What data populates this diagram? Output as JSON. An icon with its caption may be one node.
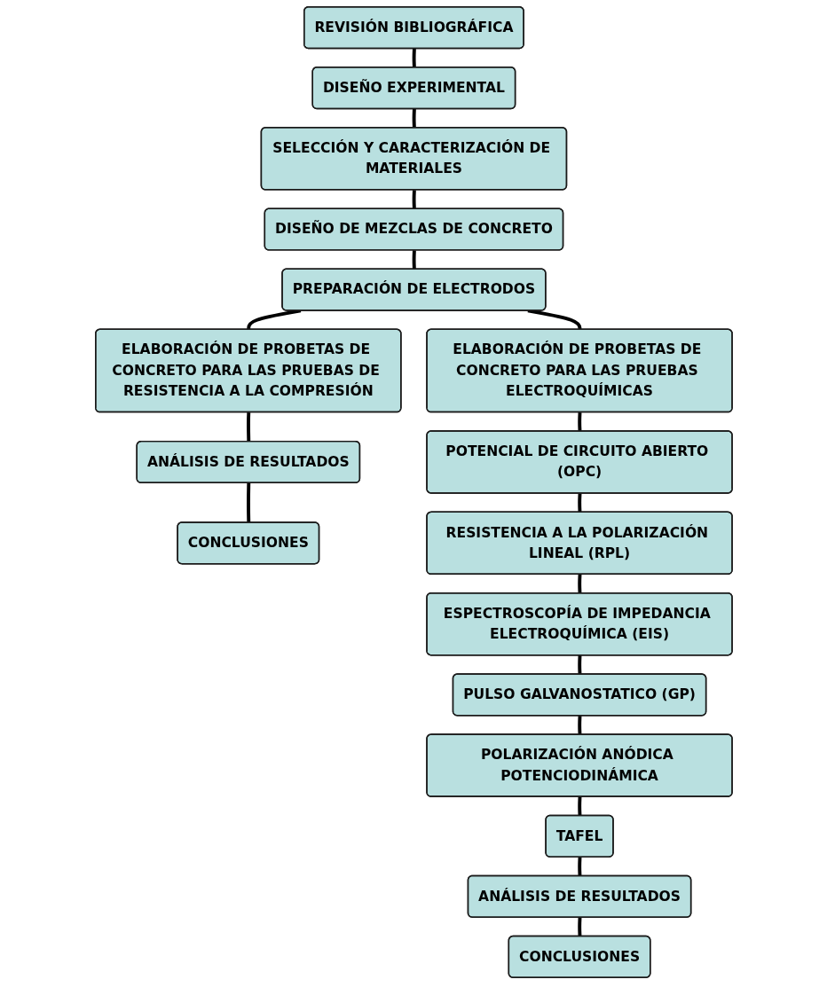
{
  "diagram": {
    "nodes": [
      {
        "text": [
          "REVISIÓN BIBLIOGRÁFICA"
        ]
      },
      {
        "text": [
          "DISEÑO EXPERIMENTAL"
        ]
      },
      {
        "text": [
          "SELECCIÓN Y CARACTERIZACIÓN DE MATERIALES"
        ]
      },
      {
        "text": [
          "DISEÑO DE MEZCLAS DE CONCRETO"
        ]
      },
      {
        "text": [
          "PREPARACIÓN DE ELECTRODOS"
        ]
      },
      {
        "text": [
          "ELABORACIÓN DE PROBETAS DE CONCRETO PARA LAS PRUEBAS DE RESISTENCIA A LA COMPRESIÓN"
        ]
      },
      {
        "text": [
          "ELABORACIÓN DE PROBETAS DE CONCRETO PARA LAS PRUEBAS ELECTROQUÍMICAS"
        ]
      },
      {
        "text": [
          "ANÁLISIS DE RESULTADOS"
        ]
      },
      {
        "text": [
          "CONCLUSIONES"
        ]
      },
      {
        "text": [
          "POTENCIAL DE CIRCUITO ABIERTO (OPC)"
        ]
      },
      {
        "text": [
          "RESISTENCIA A LA POLARIZACIÓN LINEAL (RPL)"
        ]
      },
      {
        "text": [
          "ESPECTROSCOPÍA DE IMPEDANCIA ELECTROQUÍMICA (EIS)"
        ]
      },
      {
        "text": [
          "PULSO GALVANOSTATICO (GP)"
        ]
      },
      {
        "text": [
          "POLARIZACIÓN ANÓDICA POTENCIODINÁMICA"
        ]
      },
      {
        "text": [
          "TAFEL"
        ]
      },
      {
        "text": [
          "ANÁLISIS DE RESULTADOS"
        ]
      },
      {
        "text": [
          "CONCLUSIONES"
        ]
      }
    ],
    "edges": [
      {
        "from": 0,
        "to": 1,
        "arrow": "none"
      },
      {
        "from": 1,
        "to": 2,
        "arrow": "none"
      },
      {
        "from": 2,
        "to": 3,
        "arrow": "none"
      },
      {
        "from": 3,
        "to": 4,
        "arrow": "none"
      },
      {
        "from": 4,
        "to": 5,
        "arrow": "none"
      },
      {
        "from": 4,
        "to": 6,
        "arrow": "none"
      },
      {
        "from": 5,
        "to": 7,
        "arrow": "none"
      },
      {
        "from": 7,
        "to": 8,
        "arrow": "none"
      },
      {
        "from": 6,
        "to": 9,
        "arrow": "none"
      },
      {
        "from": 9,
        "to": 10,
        "arrow": "none"
      },
      {
        "from": 10,
        "to": 11,
        "arrow": "none"
      },
      {
        "from": 11,
        "to": 12,
        "arrow": "none"
      },
      {
        "from": 12,
        "to": 13,
        "arrow": "none"
      },
      {
        "from": 13,
        "to": 14,
        "arrow": "none"
      },
      {
        "from": 14,
        "to": 15,
        "arrow": "none"
      },
      {
        "from": 15,
        "to": 16,
        "arrow": "none"
      }
    ]
  }
}
